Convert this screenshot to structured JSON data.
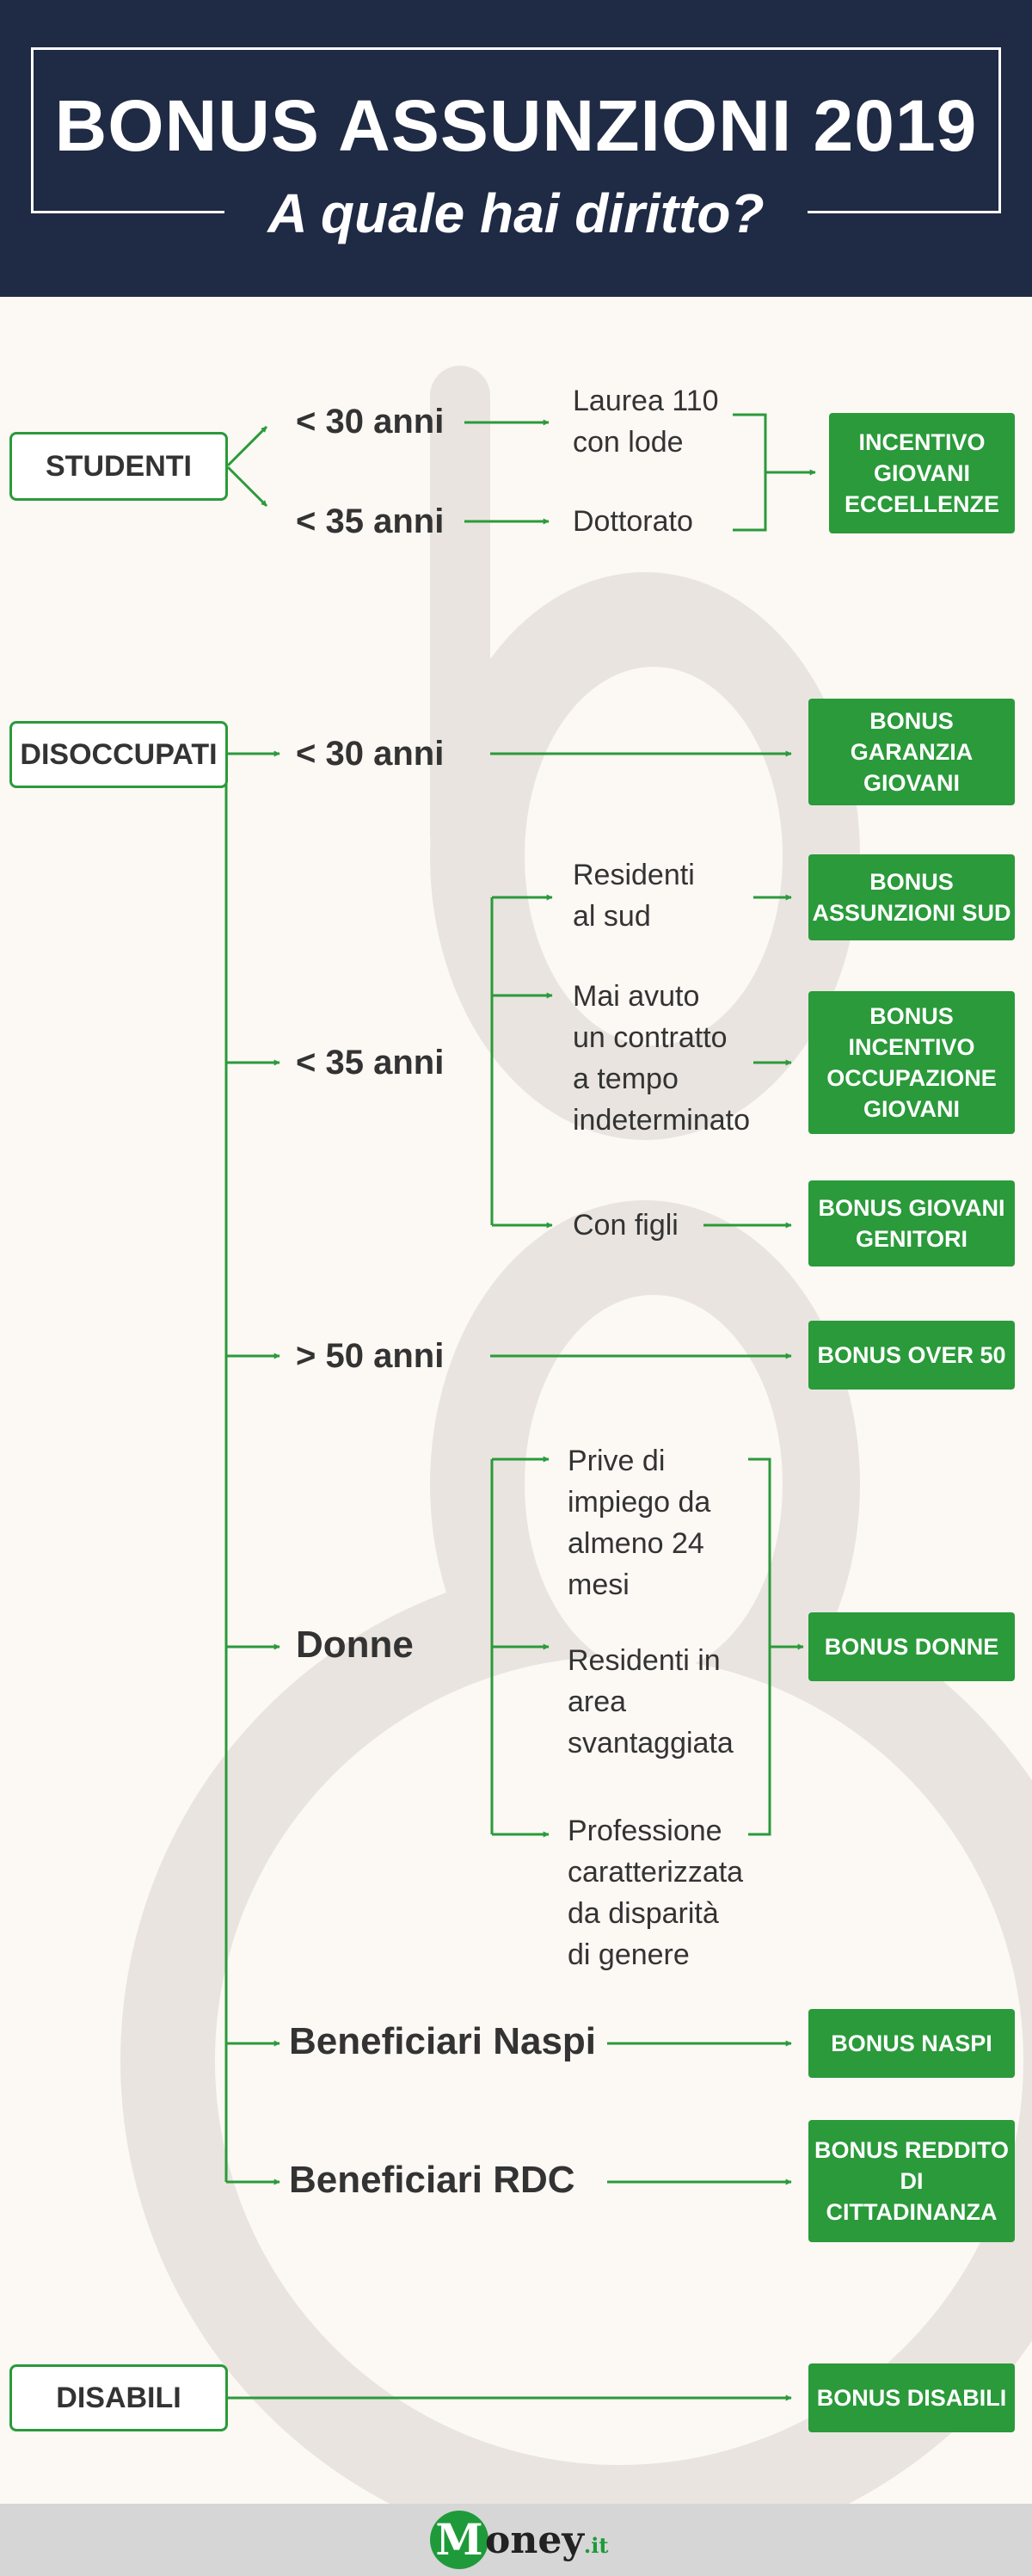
{
  "header": {
    "title": "BONUS ASSUNZIONI 2019",
    "subtitle": "A quale hai diritto?"
  },
  "colors": {
    "header_bg": "#1f2a44",
    "accent_green": "#2a9a3a",
    "page_bg": "#fcf8f4",
    "text_dark": "#333333"
  },
  "categories": {
    "studenti": "STUDENTI",
    "disoccupati": "DISOCCUPATI",
    "disabili": "DISABILI"
  },
  "branches": {
    "stud_30": "< 30 anni",
    "stud_35": "< 35 anni",
    "dis_30": "< 30 anni",
    "dis_35": "< 35 anni",
    "dis_50": "> 50 anni",
    "donne": "Donne",
    "naspi": "Beneficiari Naspi",
    "rdc": "Beneficiari RDC"
  },
  "conditions": {
    "laurea": "Laurea 110\ncon lode",
    "dottorato": "Dottorato",
    "residenti_sud": "Residenti\nal sud",
    "mai_contratto": "Mai avuto\nun contratto\na tempo\nindeterminato",
    "con_figli": "Con figli",
    "prive_impiego": "Prive di\nimpiego da\nalmeno 24\nmesi",
    "residenti_area": "Residenti in\narea\nsvantaggiata",
    "professione": "Professione\ncaratterizzata\nda disparità\ndi genere"
  },
  "results": {
    "incentivo_eccellenze": "INCENTIVO\nGIOVANI\nECCELLENZE",
    "garanzia_giovani": "BONUS\nGARANZIA\nGIOVANI",
    "assunzioni_sud": "BONUS\nASSUNZIONI SUD",
    "occupazione_giovani": "BONUS\nINCENTIVO\nOCCUPAZIONE\nGIOVANI",
    "giovani_genitori": "BONUS GIOVANI\nGENITORI",
    "over_50": "BONUS OVER 50",
    "donne": "BONUS DONNE",
    "naspi": "BONUS NASPI",
    "reddito_cittadinanza": "BONUS REDDITO\nDI\nCITTADINANZA",
    "disabili": "BONUS DISABILI"
  },
  "footer": {
    "logo_initial": "M",
    "logo_word": "oney",
    "logo_tld": ".it"
  },
  "icons": {
    "arrow": "arrow-right-icon",
    "watermark": "money-watermark-icon"
  }
}
